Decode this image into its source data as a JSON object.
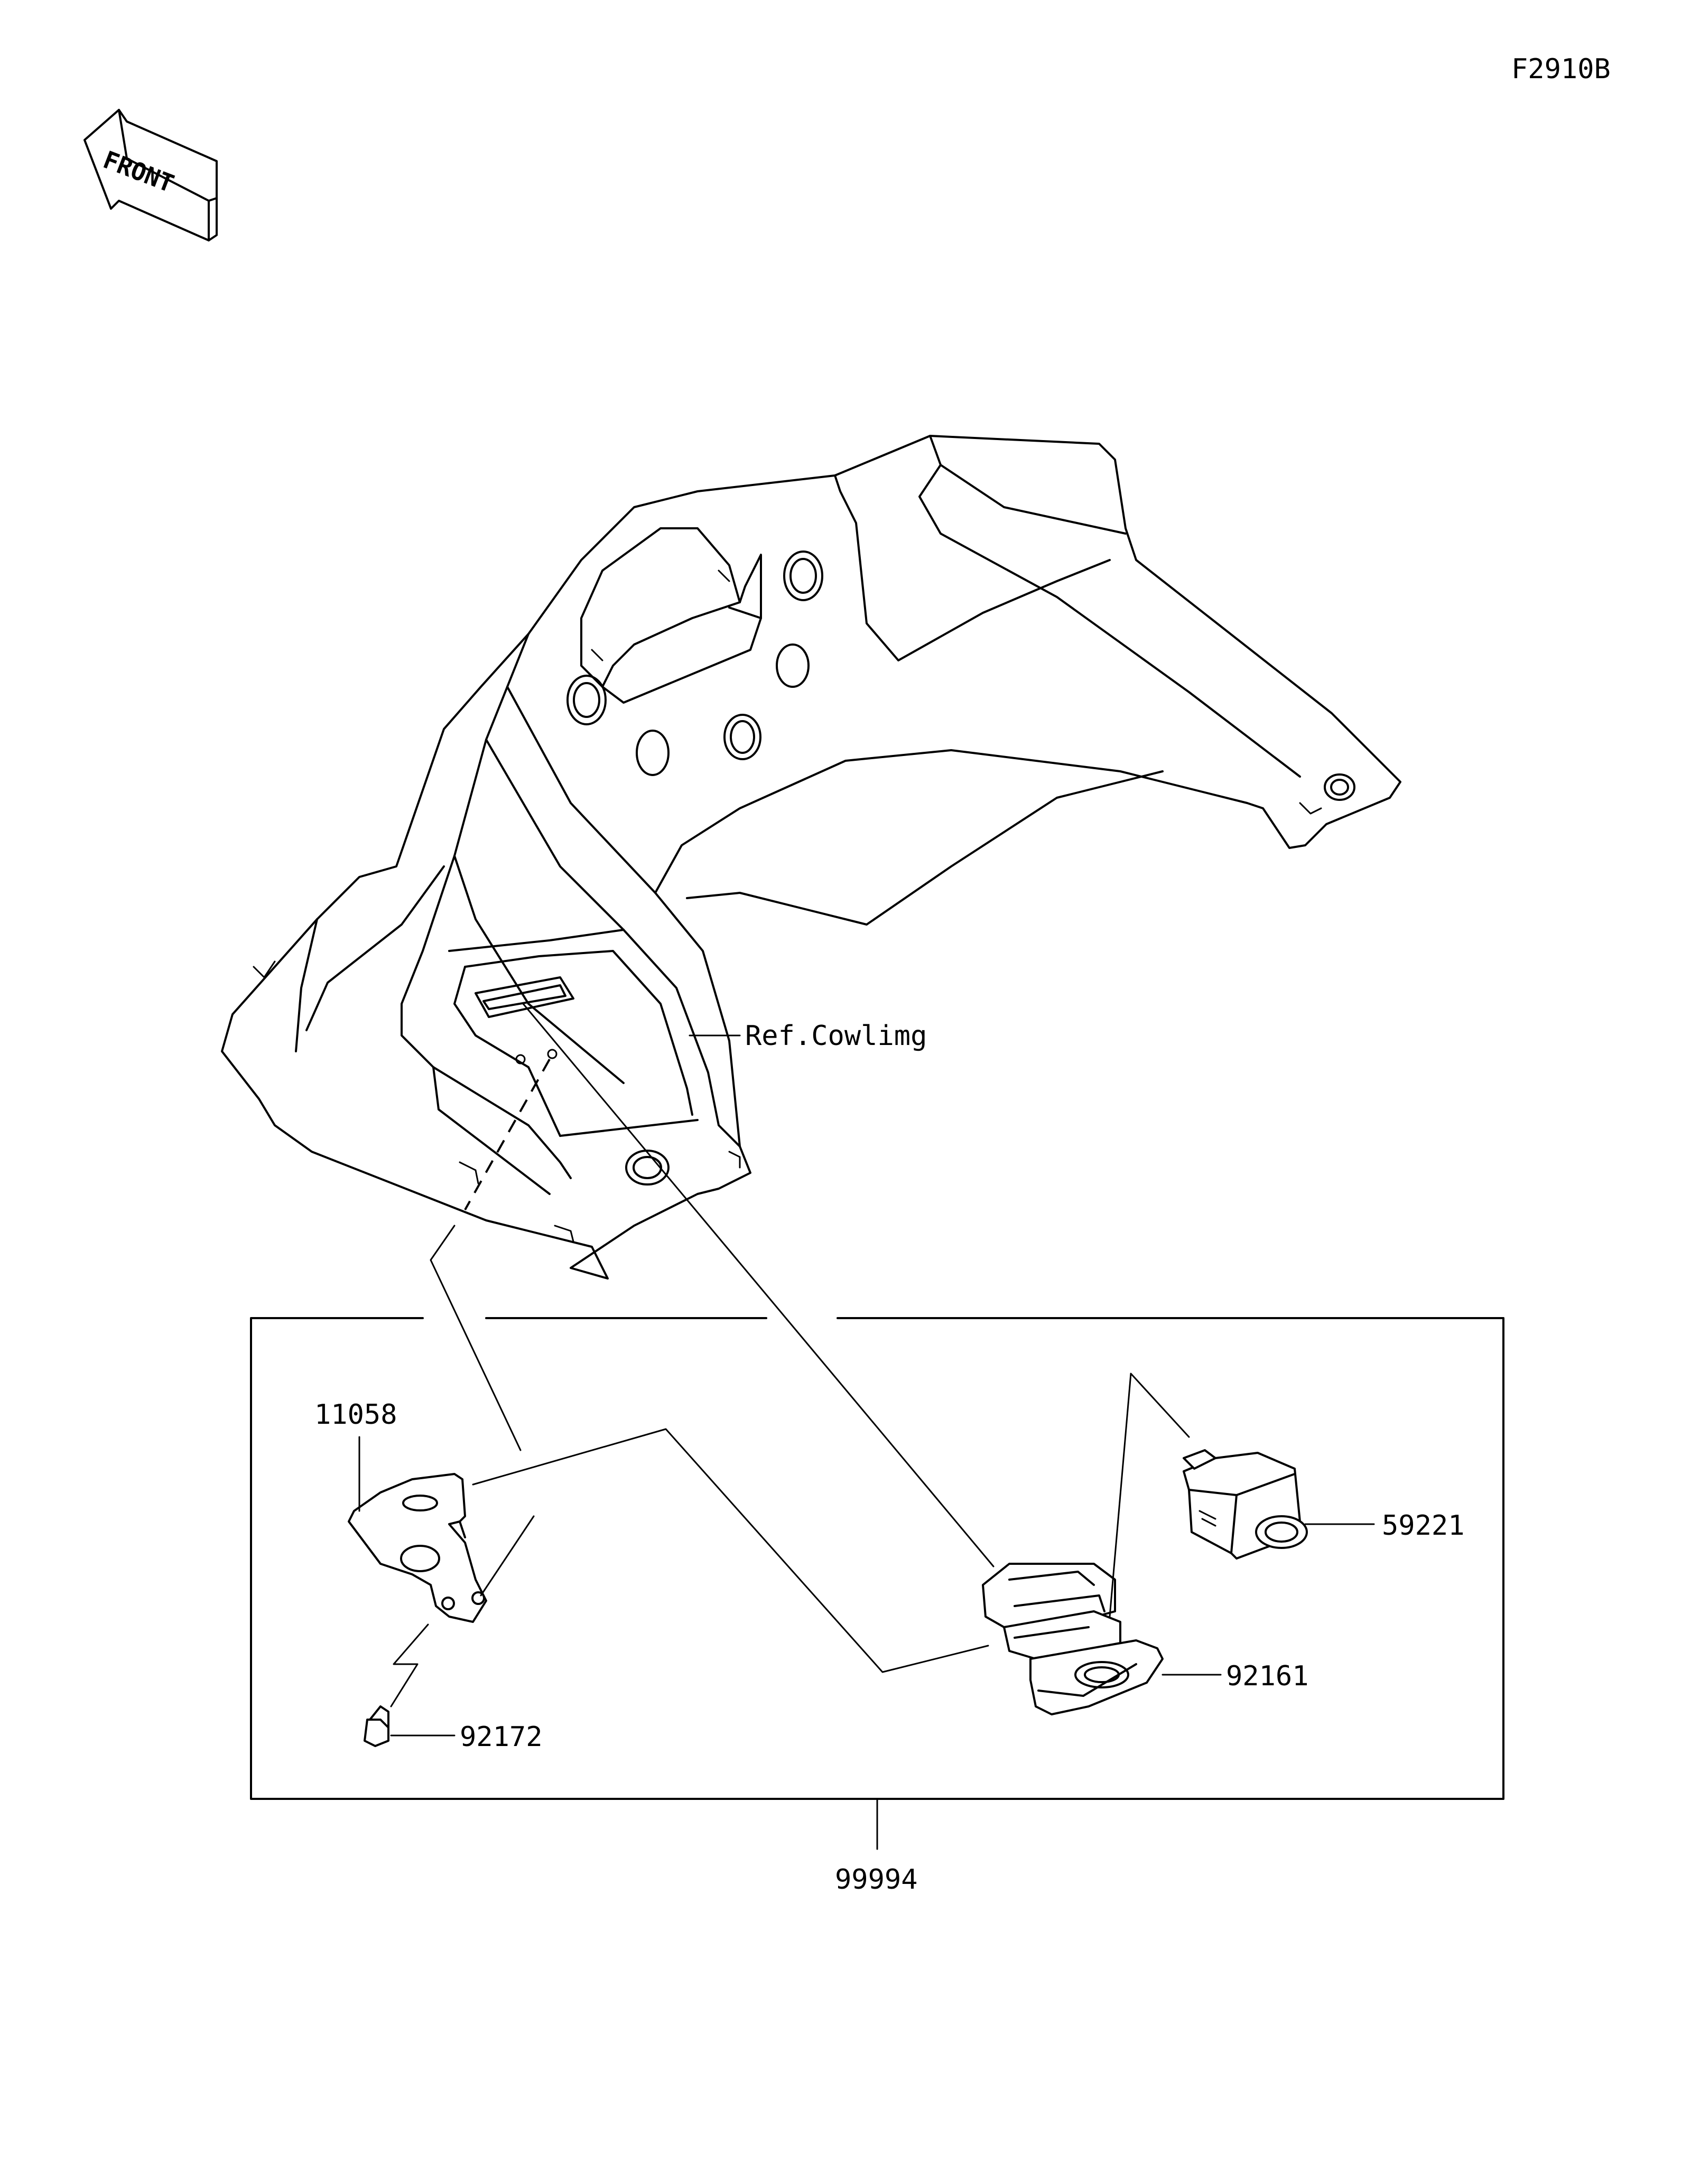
{
  "figure_code": "F2910B",
  "front_arrow_label": "FRONT",
  "reference_label": "Ref.Cowlimg",
  "parts": [
    {
      "number": "11058"
    },
    {
      "number": "59221"
    },
    {
      "number": "92161"
    },
    {
      "number": "92172"
    },
    {
      "number": "99994"
    }
  ]
}
